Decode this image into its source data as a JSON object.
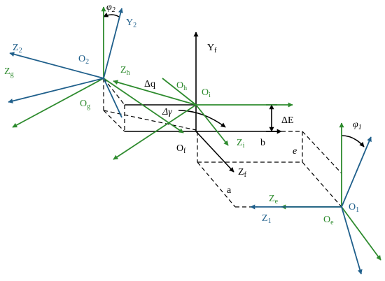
{
  "colors": {
    "black": "#000000",
    "green": "#2e8b2e",
    "blue": "#1f5f8b"
  },
  "labels": {
    "phi2": {
      "base": "φ",
      "sub": "2"
    },
    "Y2": {
      "base": "Y",
      "sub": "2"
    },
    "Z2": {
      "base": "Z",
      "sub": "2"
    },
    "O2": {
      "base": "O",
      "sub": "2"
    },
    "Zg": {
      "base": "Z",
      "sub": "g"
    },
    "Zh": {
      "base": "Z",
      "sub": "h"
    },
    "Og": {
      "base": "O",
      "sub": "g"
    },
    "dq": {
      "text": "Δq"
    },
    "Oh": {
      "base": "O",
      "sub": "h"
    },
    "Oi": {
      "base": "O",
      "sub": "i"
    },
    "dgamma": {
      "text": "Δγ"
    },
    "Yf": {
      "base": "Y",
      "sub": "f"
    },
    "dE": {
      "text": "ΔE"
    },
    "Zi": {
      "base": "Z",
      "sub": "i"
    },
    "b": {
      "text": "b"
    },
    "e": {
      "text": "e"
    },
    "Of": {
      "base": "O",
      "sub": "f"
    },
    "Zf": {
      "base": "Z",
      "sub": "f"
    },
    "a": {
      "text": "a"
    },
    "Ze": {
      "base": "Z",
      "sub": "e"
    },
    "Z1": {
      "base": "Z",
      "sub": "1"
    },
    "Oe": {
      "base": "O",
      "sub": "e"
    },
    "O1": {
      "base": "O",
      "sub": "1"
    },
    "phi1": {
      "base": "φ",
      "sub": "1"
    }
  }
}
